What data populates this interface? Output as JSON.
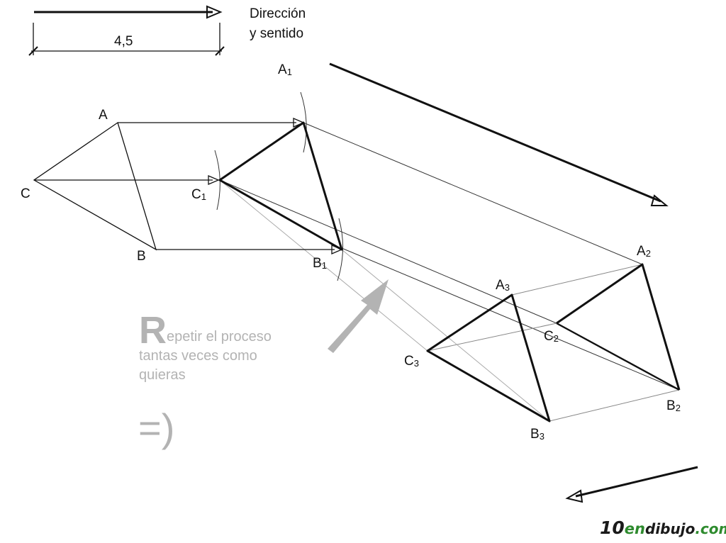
{
  "header": {
    "direction_line1": "Dirección",
    "direction_line2": "y sentido",
    "distance": "4,5"
  },
  "points": {
    "A": {
      "base": "A",
      "sub": ""
    },
    "B": {
      "base": "B",
      "sub": ""
    },
    "C": {
      "base": "C",
      "sub": ""
    },
    "A1": {
      "base": "A",
      "sub": "1"
    },
    "B1": {
      "base": "B",
      "sub": "1"
    },
    "C1": {
      "base": "C",
      "sub": "1"
    },
    "A2": {
      "base": "A",
      "sub": "2"
    },
    "B2": {
      "base": "B",
      "sub": "2"
    },
    "C2": {
      "base": "C",
      "sub": "2"
    },
    "A3": {
      "base": "A",
      "sub": "3"
    },
    "B3": {
      "base": "B",
      "sub": "3"
    },
    "C3": {
      "base": "C",
      "sub": "3"
    }
  },
  "note": {
    "initial": "R",
    "line1_rest": "epetir el proceso",
    "line2": "tantas veces como",
    "line3": "quieras",
    "smiley": "=)"
  },
  "logo": {
    "number": "10",
    "en": "en",
    "dibujo": "dibujo",
    "domain": ".com"
  },
  "colors": {
    "ink": "#111111",
    "note_gray": "#b3b3b3",
    "logo_green": "#2e8b2e"
  }
}
